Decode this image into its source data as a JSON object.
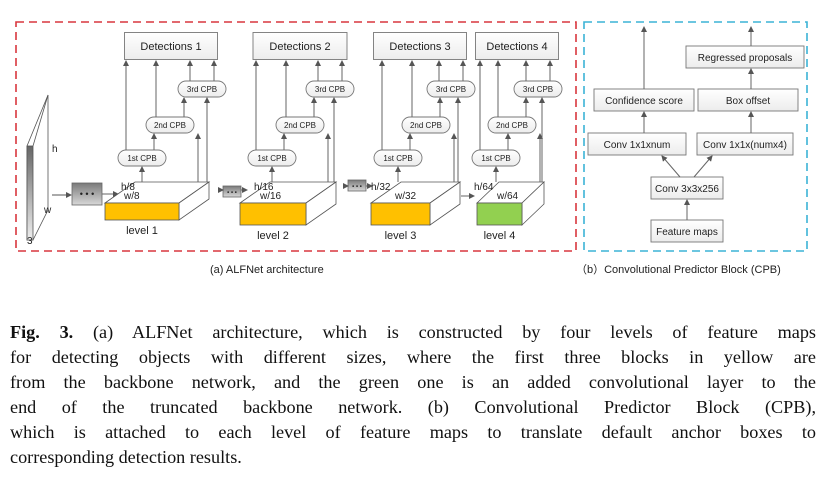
{
  "panel_a": {
    "caption": "(a) ALFNet architecture",
    "input_labels": {
      "h": "h",
      "w": "w",
      "c": "3"
    },
    "levels": [
      {
        "label": "level 1",
        "h": "h/8",
        "w": "w/8",
        "color": "#FFC000",
        "detections": "Detections 1"
      },
      {
        "label": "level 2",
        "h": "h/16",
        "w": "w/16",
        "color": "#FFC000",
        "detections": "Detections 2"
      },
      {
        "label": "level 3",
        "h": "h/32",
        "w": "w/32",
        "color": "#FFC000",
        "detections": "Detections 3"
      },
      {
        "label": "level 4",
        "h": "h/64",
        "w": "w/64",
        "color": "#92D050",
        "detections": "Detections 4"
      }
    ],
    "cpb_labels": [
      "1st  CPB",
      "2nd CPB",
      "3rd CPB"
    ],
    "ellipsis": "• • •",
    "border_color": "#D9363E"
  },
  "panel_b": {
    "caption": "（b）Convolutional Predictor Block (CPB)",
    "boxes": {
      "regressed": "Regressed proposals",
      "confidence": "Confidence score",
      "box_offset": "Box offset",
      "conv_num": "Conv 1x1xnum",
      "conv_num4": "Conv 1x1x(numx4)",
      "conv3": "Conv 3x3x256",
      "feature": "Feature maps"
    },
    "border_color": "#3BB3D6"
  },
  "caption": {
    "label": "Fig. 3.",
    "lines": [
      " (a) ALFNet architecture, which is constructed by four levels of feature maps",
      "for detecting objects with different sizes, where the first three blocks in yellow are",
      "from the backbone network, and the green one is an added convolutional layer to the",
      "end of the truncated backbone network. (b) Convolutional Predictor Block (CPB),",
      "which is attached to each level of feature maps to translate default anchor boxes to",
      "corresponding detection results."
    ]
  }
}
